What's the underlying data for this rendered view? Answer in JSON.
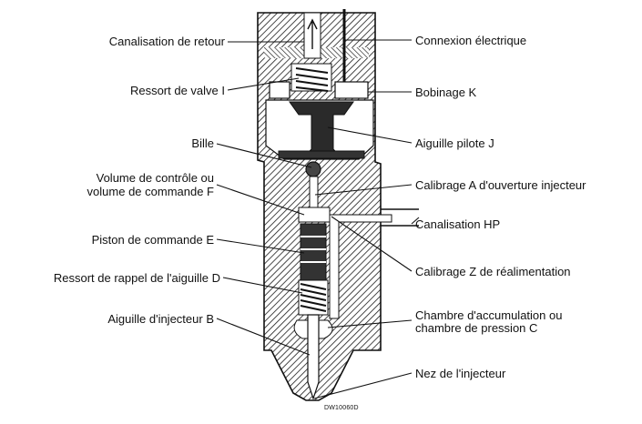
{
  "labels_left": {
    "return_line": "Canalisation de retour",
    "valve_spring": "Ressort de valve I",
    "ball": "Bille",
    "control_volume_1": "Volume de contrôle ou",
    "control_volume_2": "volume de commande F",
    "control_piston": "Piston de commande E",
    "needle_return_spring": "Ressort de rappel de l'aiguille D",
    "injector_needle": "Aiguille d'injecteur B"
  },
  "labels_right": {
    "electrical_connection": "Connexion électrique",
    "coil": "Bobinage K",
    "pilot_needle": "Aiguille pilote J",
    "opening_orifice": "Calibrage A d'ouverture injecteur",
    "hp_line": "Canalisation HP",
    "feed_orifice": "Calibrage Z de réalimentation",
    "accumulation_chamber_1": "Chambre d'accumulation ou",
    "accumulation_chamber_2": "chambre de pression C",
    "injector_nose": "Nez de l'injecteur"
  },
  "figure_code": "DW10060D"
}
